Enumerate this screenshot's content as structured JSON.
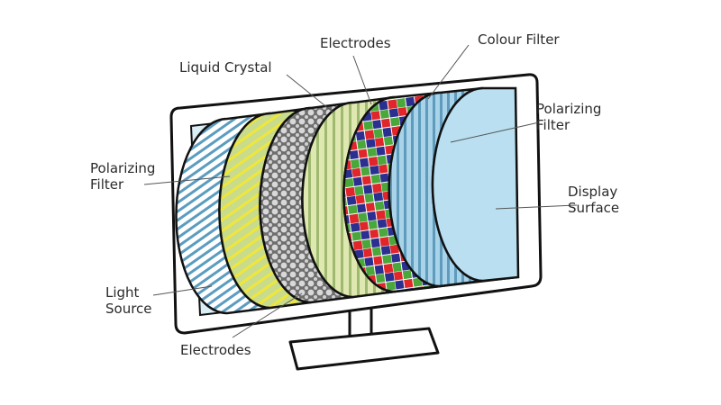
{
  "diagram": {
    "labels": {
      "polarizing_filter_back": [
        "Polarizing",
        "Filter"
      ],
      "liquid_crystal": "Liquid Crystal",
      "electrodes_top": "Electrodes",
      "colour_filter": "Colour Filter",
      "polarizing_filter_front": [
        "Polarizing",
        "Filter"
      ],
      "display_surface": [
        "Display",
        "Surface"
      ],
      "light_source": [
        "Light",
        "Source"
      ],
      "electrodes_bottom": "Electrodes"
    },
    "colors": {
      "outline": "#111111",
      "light_source": "#dbeef5",
      "display_surface": "#b9dff0",
      "polarizer_stripe": "#5b9cbf",
      "lc_green": "#c9dc8c",
      "lc_yellow": "#f0e63a",
      "electrode_gray": "#8a8a8a",
      "filter_red": "#e0262b",
      "filter_green": "#4aa83a",
      "filter_blue": "#2b2f8f",
      "leader_line": "#555555"
    }
  }
}
